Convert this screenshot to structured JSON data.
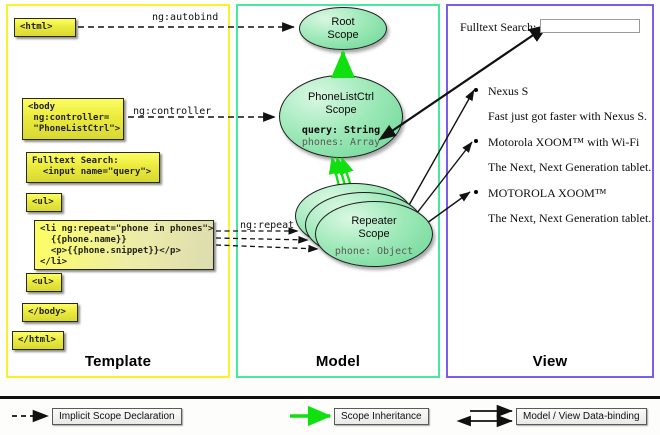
{
  "columns": [
    {
      "id": "template",
      "label": "Template",
      "border_color": "#f7f32a"
    },
    {
      "id": "model",
      "label": "Model",
      "border_color": "#49e8a0"
    },
    {
      "id": "view",
      "label": "View",
      "border_color": "#7b5cf0"
    }
  ],
  "template": {
    "boxes": [
      {
        "id": "html-open",
        "text": "<html>"
      },
      {
        "id": "body-open",
        "text": "<body\n ng:controller=\n \"PhoneListCtrl\">"
      },
      {
        "id": "search",
        "text": "Fulltext Search:\n  <input name=\"query\">"
      },
      {
        "id": "ul-open",
        "text": "<ul>"
      },
      {
        "id": "li-repeat",
        "text": "<li ng:repeat=\"phone in phones\">\n  {{phone.name}}\n  <p>{{phone.snippet}}</p>\n</li>"
      },
      {
        "id": "ul-close",
        "text": "<ul>"
      },
      {
        "id": "body-close",
        "text": "</body>"
      },
      {
        "id": "html-close",
        "text": "</html>"
      }
    ]
  },
  "model": {
    "scopes": [
      {
        "id": "root-scope",
        "title_line1": "Root",
        "title_line2": "Scope",
        "props": []
      },
      {
        "id": "phonelistctrl-scope",
        "title_line1": "PhoneListCtrl",
        "title_line2": "Scope",
        "props": [
          {
            "text": "query: String",
            "emphasis": "bold"
          },
          {
            "text": "phones: Array",
            "emphasis": "dim"
          }
        ]
      },
      {
        "id": "repeater-scope",
        "title_line1": "Repeater",
        "title_line2": "Scope",
        "props": [
          {
            "text": "phone: Object",
            "emphasis": "dim"
          }
        ]
      }
    ]
  },
  "view": {
    "search_label": "Fulltext Search:",
    "search_value": "",
    "search_placeholder": "",
    "items": [
      {
        "name": "Nexus S",
        "snippet": "Fast just got faster with Nexus S."
      },
      {
        "name": "Motorola XOOM™  with Wi-Fi",
        "snippet": "The Next, Next Generation tablet."
      },
      {
        "name": "MOTOROLA XOOM™",
        "snippet": "The Next, Next Generation tablet."
      }
    ]
  },
  "edge_labels": [
    {
      "id": "ng-autobind",
      "text": "ng:autobind"
    },
    {
      "id": "ng-controller",
      "text": "ng:controller"
    },
    {
      "id": "ng-repeat",
      "text": "ng:repeat"
    }
  ],
  "legend": [
    {
      "id": "implicit-scope-declaration",
      "label": "Implicit Scope Declaration",
      "arrow": "dashed-black",
      "color": "#111111"
    },
    {
      "id": "scope-inheritance",
      "label": "Scope Inheritance",
      "arrow": "solid-green",
      "color": "#10e010"
    },
    {
      "id": "model-view-data-binding",
      "label": "Model / View Data-binding",
      "arrow": "double-black",
      "color": "#111111"
    }
  ]
}
